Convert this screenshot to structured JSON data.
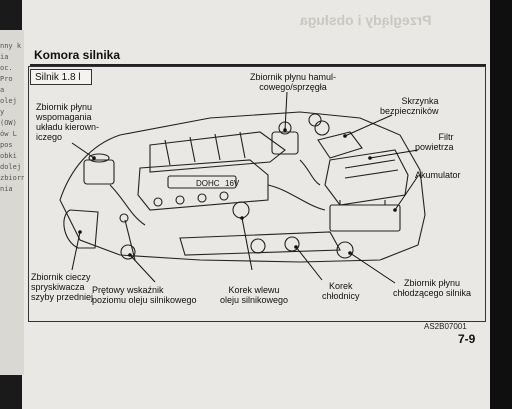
{
  "header": {
    "section_title": "Komora silnika",
    "engine_tag": "Silnik 1.8 l"
  },
  "labels": {
    "reservoir_brake": "Zbiornik płynu hamul-\ncowego/sprzęgła",
    "power_steering": "Zbiornik płynu\nwspomagania\nukładu kierown-\niczego",
    "fuse_box": "Skrzynka\nbezpieczników",
    "air_filter": "Filtr\npowietrza",
    "battery": "Akumulator",
    "washer": "Zbiornik cieczy\nspryskiwacza\nszyby przedniej",
    "dipstick": "Prętowy wskaźnik\npoziomu oleju silnikowego",
    "oil_cap": "Korek wlewu\noleju silnikowego",
    "radiator_cap": "Korek\nchłodnicy",
    "coolant": "Zbiornik płynu\nchłodzącego silnika"
  },
  "engine_text": {
    "dohc": "DOHC",
    "valves": "16V"
  },
  "footer": {
    "code": "AS2B07001",
    "page": "7-9"
  },
  "bleed_text": "Przeglądy i obsługa"
}
